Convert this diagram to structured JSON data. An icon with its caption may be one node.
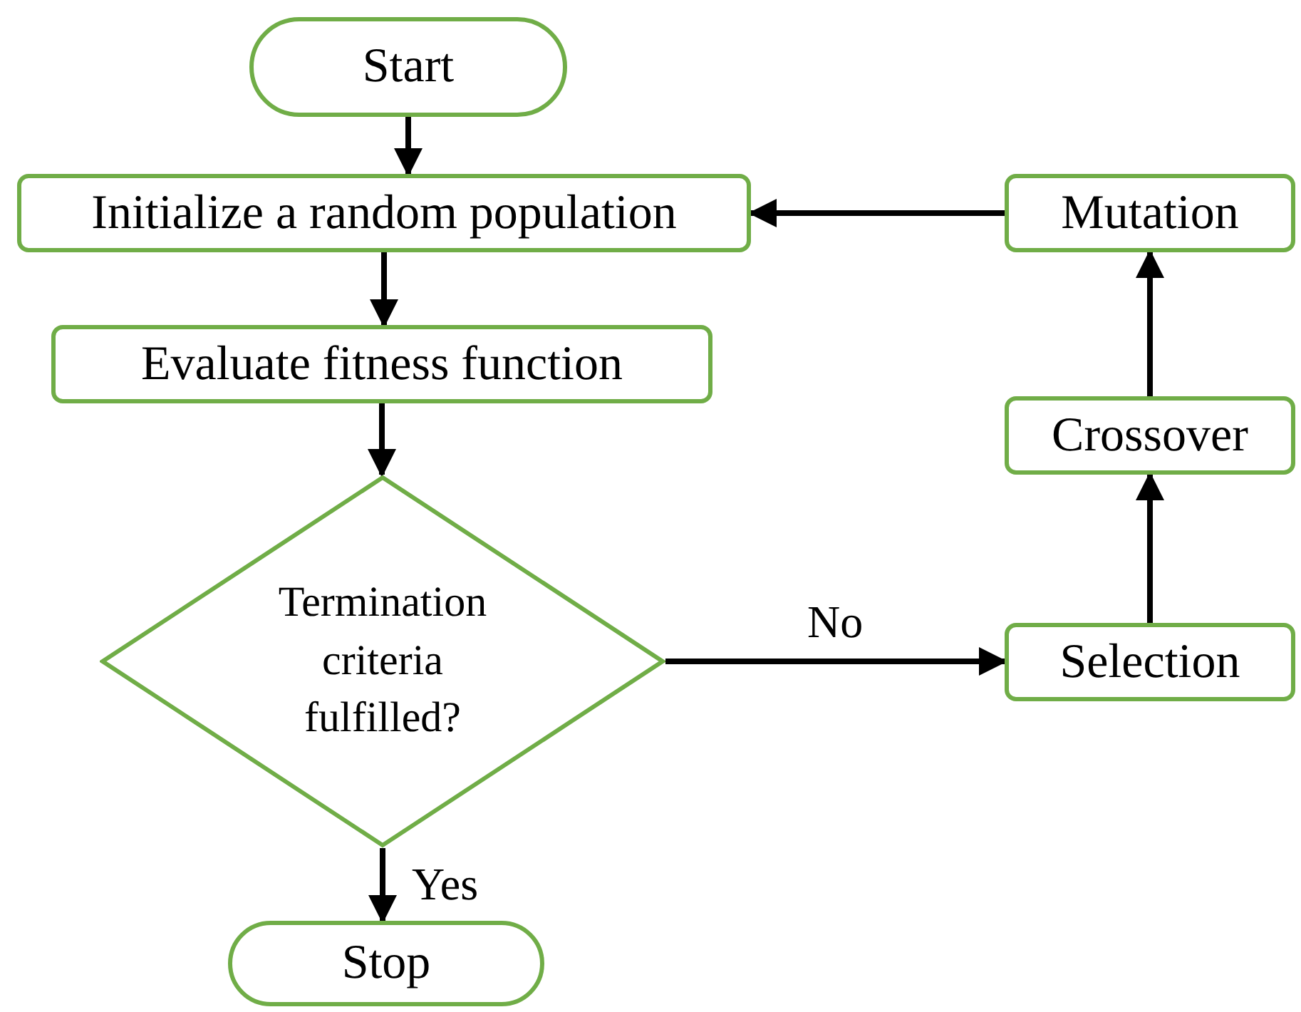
{
  "diagram": {
    "nodes": [
      {
        "text": [
          "Start"
        ]
      },
      {
        "text": [
          "Initialize a random population"
        ]
      },
      {
        "text": [
          "Evaluate fitness function"
        ]
      },
      {
        "text": [
          "Termination criteria fulfilled?"
        ]
      },
      {
        "text": [
          "Stop"
        ]
      },
      {
        "text": [
          "Mutation"
        ]
      },
      {
        "text": [
          "Crossover"
        ]
      },
      {
        "text": [
          "Selection"
        ]
      }
    ],
    "edges": [
      {
        "from": 0,
        "to": 1,
        "arrow": "to"
      },
      {
        "from": 1,
        "to": 2,
        "arrow": "to"
      },
      {
        "from": 2,
        "to": 3,
        "arrow": "to"
      },
      {
        "from": 3,
        "to": 4,
        "arrow": "to",
        "label": "Yes"
      },
      {
        "from": 3,
        "to": 7,
        "arrow": "to",
        "label": "No"
      },
      {
        "from": 7,
        "to": 6,
        "arrow": "to"
      },
      {
        "from": 6,
        "to": 5,
        "arrow": "to"
      },
      {
        "from": 5,
        "to": 1,
        "arrow": "to"
      }
    ]
  }
}
